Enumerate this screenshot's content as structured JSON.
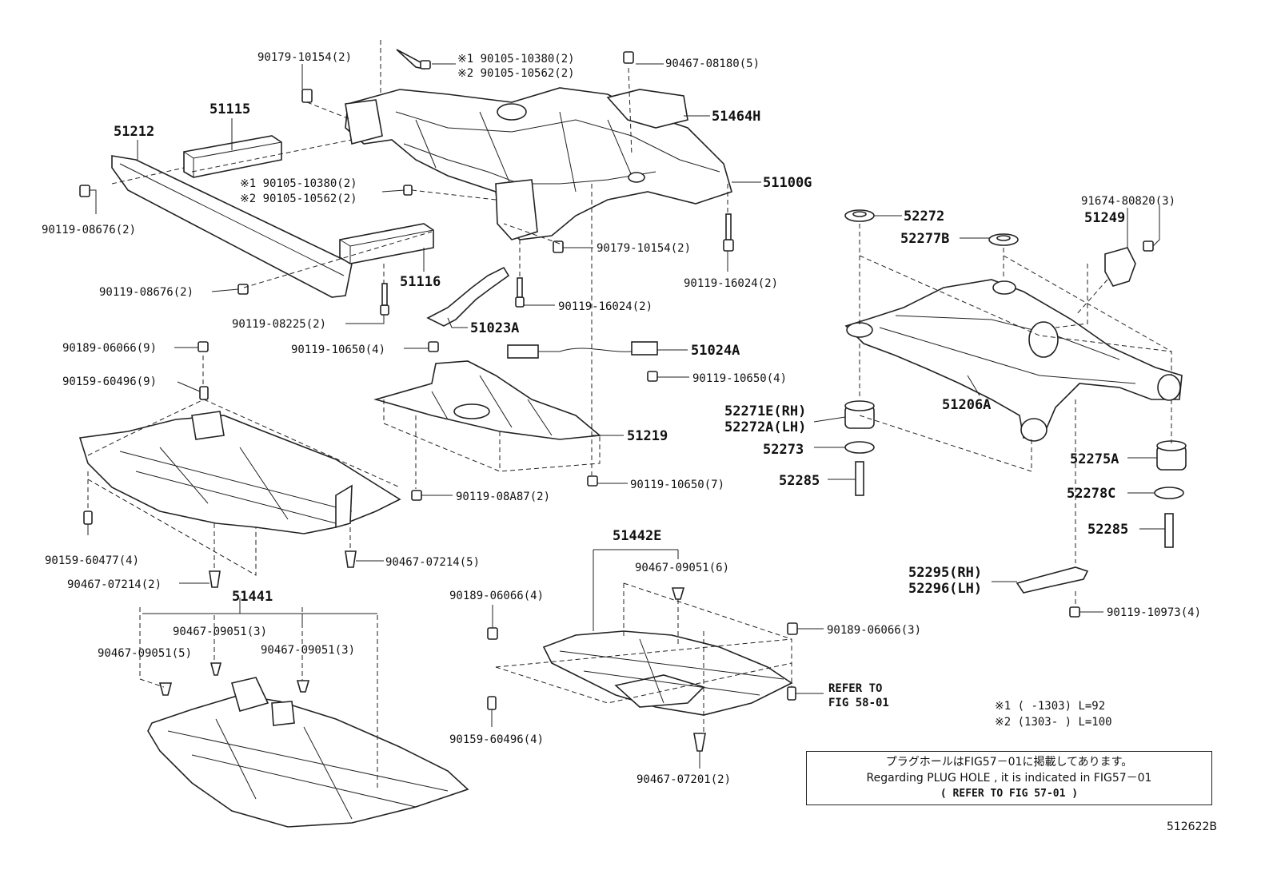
{
  "labels": {
    "p90179_10154_a": "90179-10154(2)",
    "p90105_10380_a": "※1 90105-10380(2)",
    "p90105_10562_a": "※2 90105-10562(2)",
    "p90467_08180": "90467-08180(5)",
    "p51115": "51115",
    "p51464H": "51464H",
    "p51212": "51212",
    "p51100G": "51100G",
    "p90105_10380_b": "※1 90105-10380(2)",
    "p90105_10562_b": "※2 90105-10562(2)",
    "p90119_08676_a": "90119-08676(2)",
    "p90179_10154_b": "90179-10154(2)",
    "p90119_16024_a": "90119-16024(2)",
    "p51116": "51116",
    "p90119_08676_b": "90119-08676(2)",
    "p90119_16024_b": "90119-16024(2)",
    "p90119_08225": "90119-08225(2)",
    "p51023A": "51023A",
    "p90189_06066_a": "90189-06066(9)",
    "p90119_10650_a": "90119-10650(4)",
    "p51024A": "51024A",
    "p90119_10650_b": "90119-10650(4)",
    "p90159_60496_a": "90159-60496(9)",
    "p51219": "51219",
    "p90119_08A87": "90119-08A87(2)",
    "p90119_10650_c": "90119-10650(7)",
    "p90159_60477": "90159-60477(4)",
    "p90467_07214_a": "90467-07214(5)",
    "p90467_07214_b": "90467-07214(2)",
    "p51441": "51441",
    "p90467_09051_a": "90467-09051(3)",
    "p90467_09051_b": "90467-09051(5)",
    "p90467_09051_c": "90467-09051(3)",
    "p51442E": "51442E",
    "p90467_09051_d": "90467-09051(6)",
    "p90189_06066_b": "90189-06066(4)",
    "p90189_06066_c": "90189-06066(3)",
    "refer_to_1": "REFER TO",
    "refer_to_2": "FIG 58-01",
    "p90159_60496_b": "90159-60496(4)",
    "p90467_07201": "90467-07201(2)",
    "p52272": "52272",
    "p52277B": "52277B",
    "p91674_80820": "91674-80820(3)",
    "p51249": "51249",
    "p51206A": "51206A",
    "p52271E": "52271E(RH)",
    "p52272A": "52272A(LH)",
    "p52273": "52273",
    "p52285_a": "52285",
    "p52275A": "52275A",
    "p52278C": "52278C",
    "p52285_b": "52285",
    "p52295": "52295(RH)",
    "p52296": "52296(LH)",
    "p90119_10973": "90119-10973(4)",
    "footnote_1": "※1 (      -1303) L=92",
    "footnote_2": "※2 (1303-      ) L=100"
  },
  "note": {
    "line1": "プラグホールはFIG57－01に掲載してあります。",
    "line2": "Regarding PLUG HOLE , it is indicated in FIG57－01",
    "line3": "(  REFER TO FIG 57-01  )"
  },
  "figure_id": "512622B"
}
